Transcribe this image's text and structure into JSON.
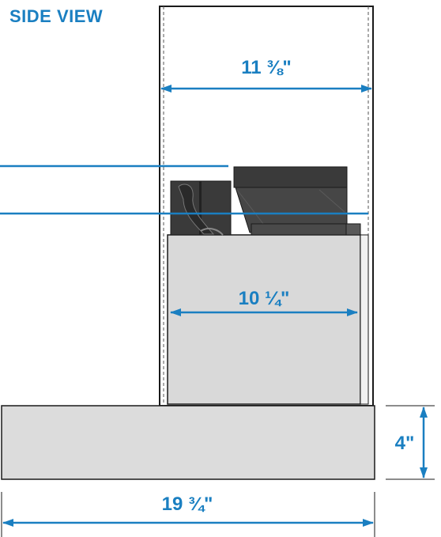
{
  "title": "SIDE VIEW",
  "dimensions": {
    "cabinet_width": "11 ⅜\"",
    "unit_width": "10 ¼\"",
    "base_height": "4\"",
    "overall_width": "19 ¾\""
  },
  "colors": {
    "accent": "#1a7fc1",
    "outline": "#1a1a1a",
    "unit_fill": "#d9d9d9",
    "base_fill": "#dcdcdc",
    "dark_part": "#3a3a3a"
  }
}
